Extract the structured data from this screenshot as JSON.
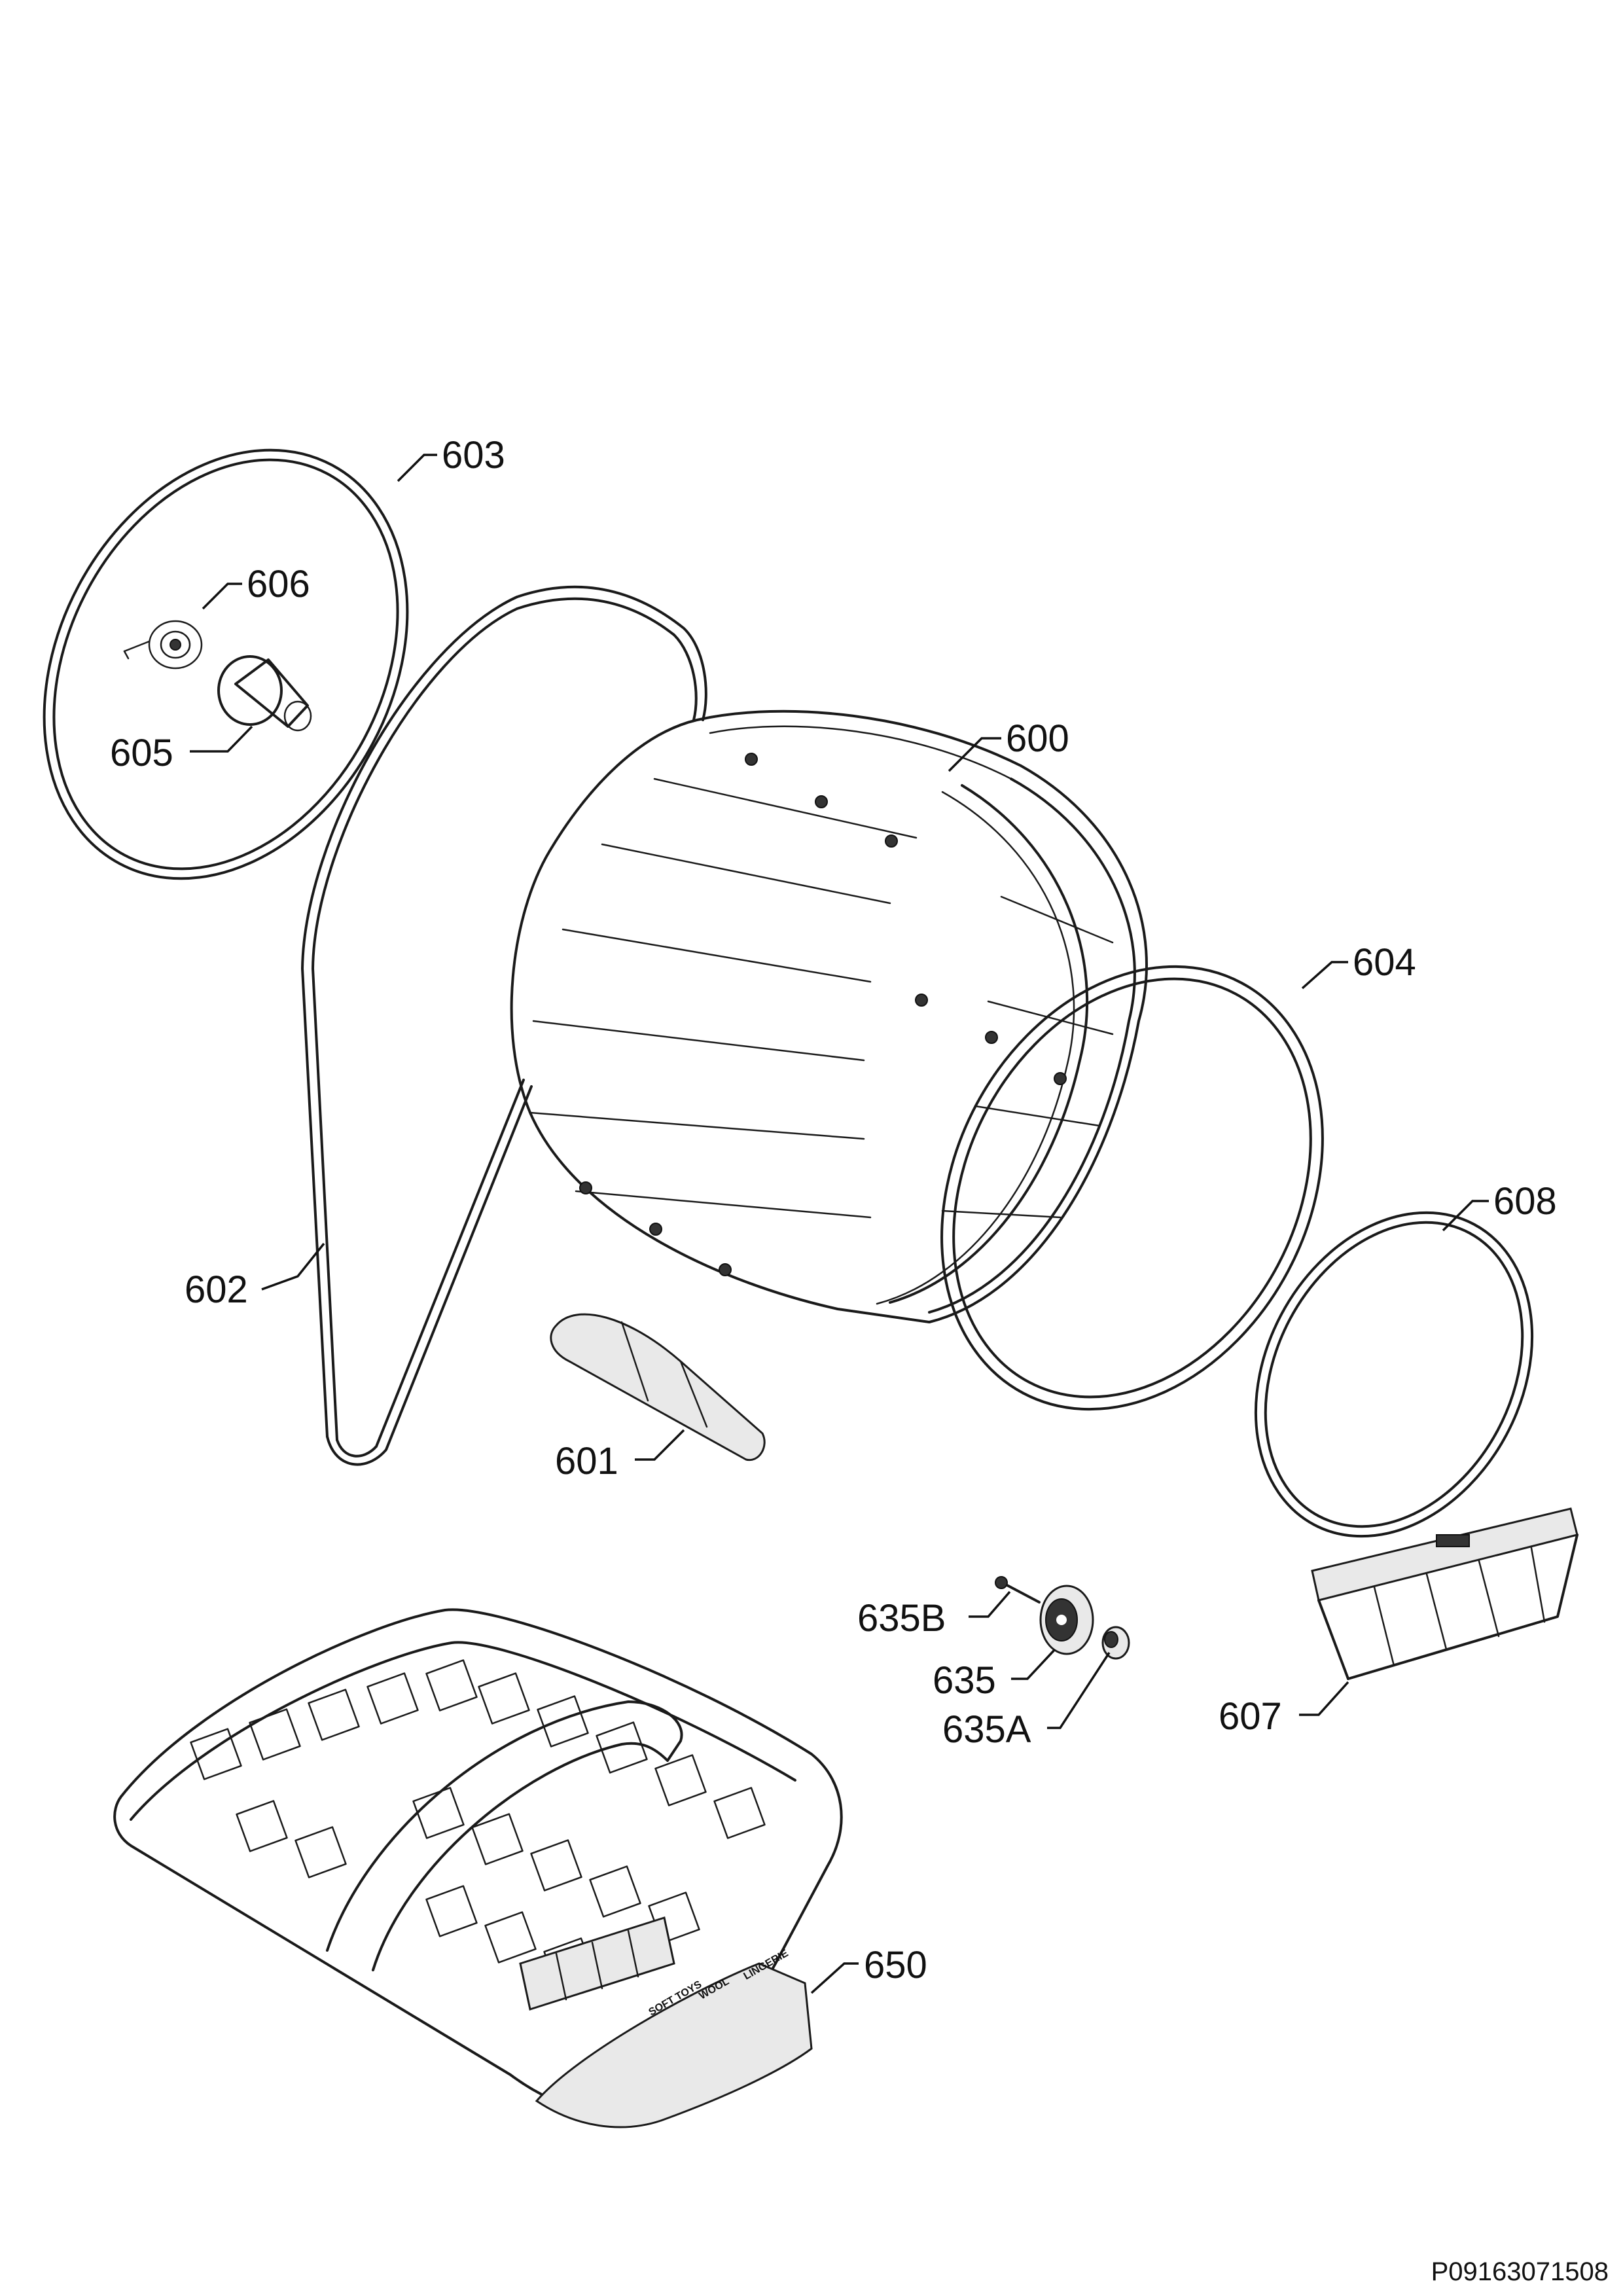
{
  "callouts": {
    "p600": "600",
    "p601": "601",
    "p602": "602",
    "p603": "603",
    "p604": "604",
    "p605": "605",
    "p606": "606",
    "p607": "607",
    "p608": "608",
    "p635": "635",
    "p635a": "635A",
    "p635b": "635B",
    "p650": "650"
  },
  "basket_icons": {
    "soft_toys": "SOFT TOYS",
    "wool": "WOOL",
    "lingerie": "LINGERIE"
  },
  "document_id": "P09163071508"
}
